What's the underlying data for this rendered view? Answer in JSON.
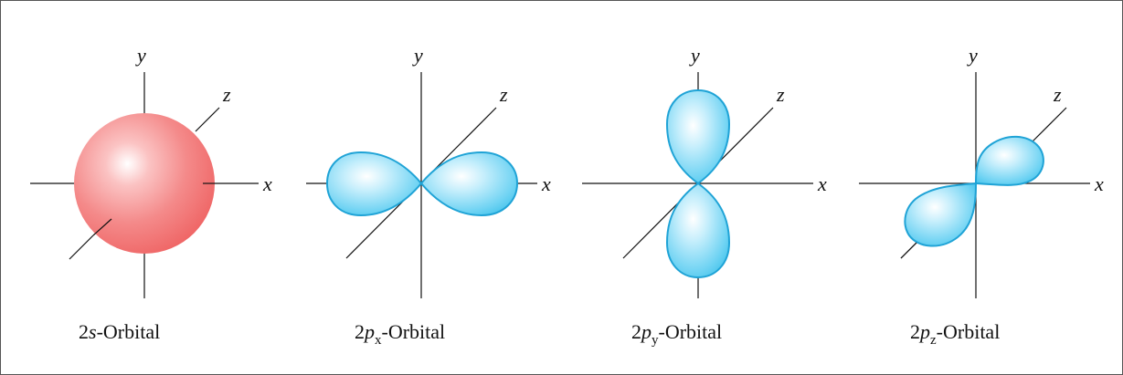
{
  "axis_labels": {
    "x": "x",
    "y": "y",
    "z": "z"
  },
  "orbitals": [
    {
      "prefix": "2",
      "letter": "s",
      "subscript": "",
      "suffix": "-Orbital",
      "shape": "sphere",
      "color": "#f37777"
    },
    {
      "prefix": "2",
      "letter": "p",
      "subscript": "x",
      "suffix": "-Orbital",
      "shape": "lobes-x",
      "color": "#5fd0f2"
    },
    {
      "prefix": "2",
      "letter": "p",
      "subscript": "y",
      "suffix": "-Orbital",
      "shape": "lobes-y",
      "color": "#5fd0f2"
    },
    {
      "prefix": "2",
      "letter": "p",
      "subscript": "z",
      "suffix": "-Orbital",
      "shape": "lobes-z",
      "color": "#5fd0f2"
    }
  ]
}
